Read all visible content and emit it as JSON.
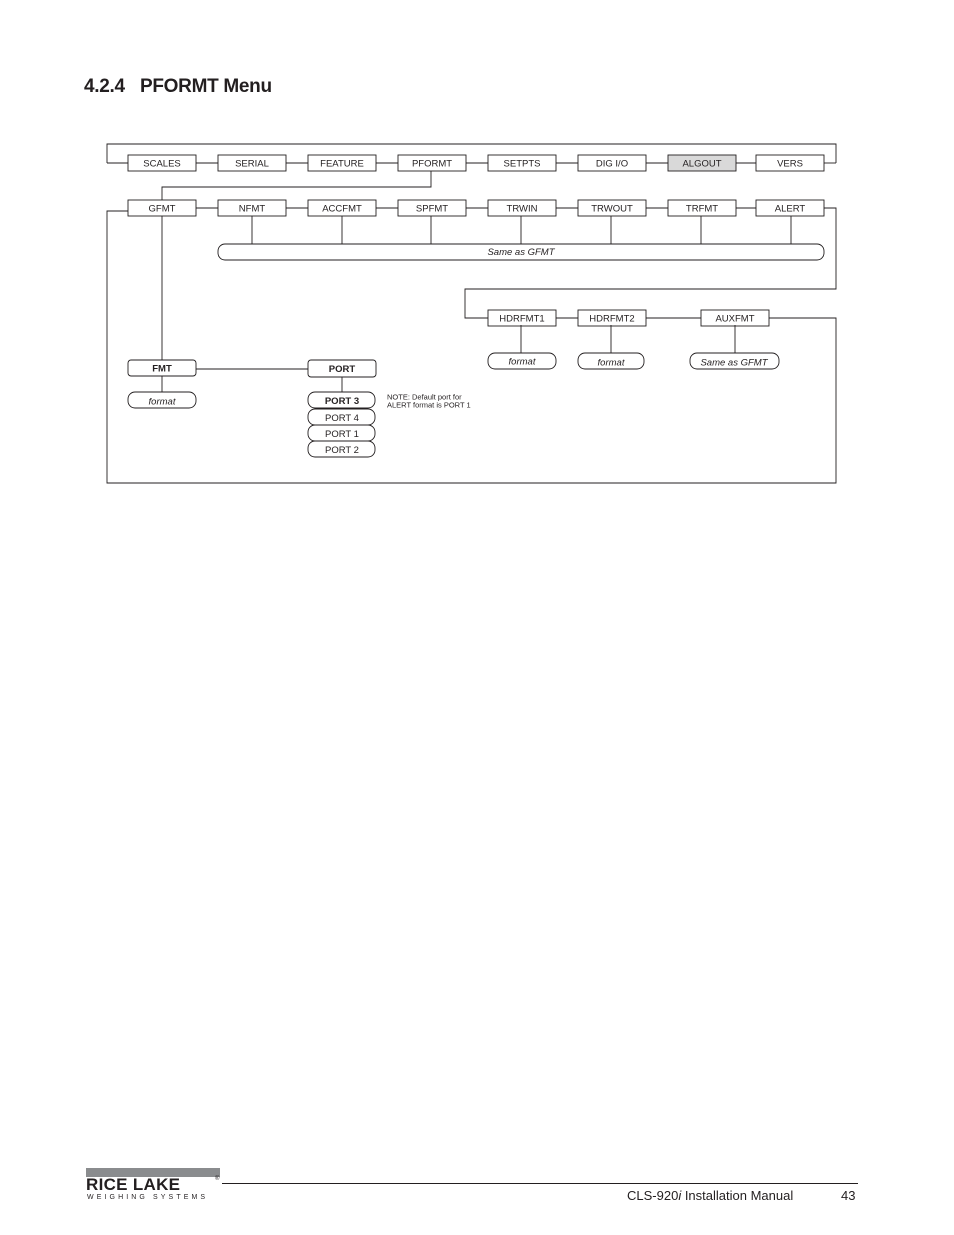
{
  "section": {
    "number": "4.2.4",
    "title": "PFORMT Menu"
  },
  "menu": {
    "top_level": [
      "SCALES",
      "SERIAL",
      "FEATURE",
      "PFORMT",
      "SETPTS",
      "DIG I/O",
      "ALGOUT",
      "VERS"
    ],
    "highlighted_item": "ALGOUT",
    "pformt_items": [
      "GFMT",
      "NFMT",
      "ACCFMT",
      "SPFMT",
      "TRWIN",
      "TRWOUT",
      "TRFMT",
      "ALERT"
    ],
    "same_as_gfmt": "Same as GFMT",
    "header_items": [
      "HDRFMT1",
      "HDRFMT2",
      "AUXFMT"
    ],
    "format_label": "format",
    "auxfmt_value": "Same as GFMT",
    "gfmt": {
      "fmt": "FMT",
      "fmt_value": "format",
      "port": "PORT",
      "port_options": [
        "PORT 3",
        "PORT 4",
        "PORT 1",
        "PORT 2"
      ]
    },
    "note_line1": "NOTE: Default port for",
    "note_line2": "ALERT format is PORT 1"
  },
  "footer": {
    "logo_main": "RICE LAKE",
    "logo_sub": "WEIGHING SYSTEMS",
    "manual_title": "CLS-920",
    "manual_title_italic": "i",
    "manual_title_rest": " Installation Manual",
    "page_number": "43"
  },
  "colors": {
    "line": "#231f20",
    "highlight": "#d9d9d9",
    "logo_bar": "#8a8c8e"
  }
}
